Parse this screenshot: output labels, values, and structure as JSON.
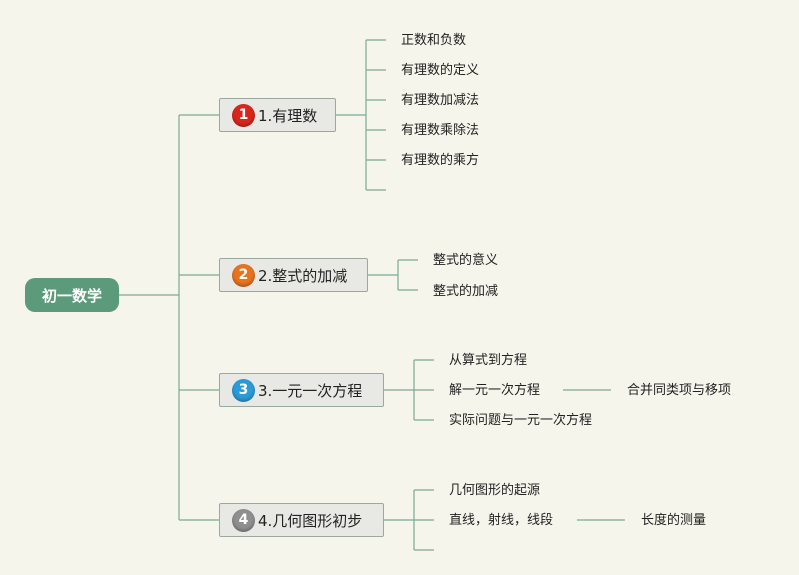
{
  "root": {
    "label": "初一数学"
  },
  "topics": [
    {
      "badge": "1",
      "badge_color": "#d9261c",
      "label": "1.有理数",
      "children": [
        {
          "label": "正数和负数"
        },
        {
          "label": "有理数的定义"
        },
        {
          "label": "有理数加减法"
        },
        {
          "label": "有理数乘除法"
        },
        {
          "label": "有理数的乘方"
        },
        {
          "label": ""
        }
      ]
    },
    {
      "badge": "2",
      "badge_color": "#e8731f",
      "label": "2.整式的加减",
      "children": [
        {
          "label": "整式的意义"
        },
        {
          "label": "整式的加减"
        }
      ]
    },
    {
      "badge": "3",
      "badge_color": "#2b9bd8",
      "label": "3.一元一次方程",
      "children": [
        {
          "label": "从算式到方程"
        },
        {
          "label": "解一元一次方程",
          "sub": "合并同类项与移项"
        },
        {
          "label": "实际问题与一元一次方程"
        }
      ]
    },
    {
      "badge": "4",
      "badge_color": "#8f8f8f",
      "label": "4.几何图形初步",
      "children": [
        {
          "label": "几何图形的起源"
        },
        {
          "label": "直线，射线，线段",
          "sub": "长度的测量"
        },
        {
          "label": ""
        }
      ]
    }
  ]
}
